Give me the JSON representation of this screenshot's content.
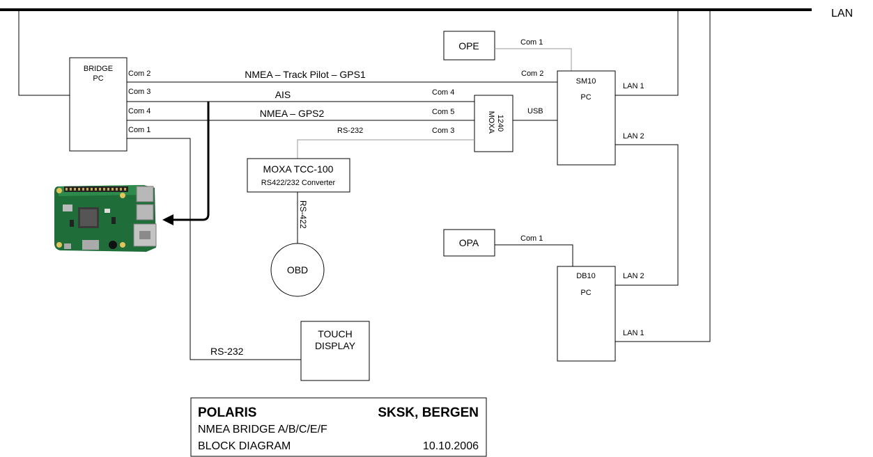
{
  "lan": {
    "label": "LAN"
  },
  "bridge_pc": {
    "line1": "BRIDGE",
    "line2": "PC",
    "ports": [
      "Com 2",
      "Com 3",
      "Com 4",
      "Com 1"
    ]
  },
  "links": {
    "track_pilot": "NMEA – Track Pilot – GPS1",
    "ais": "AIS",
    "gps2": "NMEA – GPS2",
    "rs232_moxa": "RS-232",
    "rs422": "RS-422",
    "rs232_touch": "RS-232"
  },
  "ope": {
    "label": "OPE",
    "port": "Com 1"
  },
  "opa": {
    "label": "OPA",
    "port": "Com 1"
  },
  "sm10": {
    "line1": "SM10",
    "line2": "PC",
    "com2": "Com 2",
    "lan1": "LAN 1",
    "lan2": "LAN 2",
    "usb": "USB"
  },
  "moxa1240": {
    "line1": "MOXA",
    "line2": "1240",
    "com4": "Com 4",
    "com5": "Com 5",
    "com3": "Com 3"
  },
  "moxa_tcc": {
    "title": "MOXA TCC-100",
    "subtitle": "RS422/232 Converter"
  },
  "obd": {
    "label": "OBD"
  },
  "db10": {
    "line1": "DB10",
    "line2": "PC",
    "lan2": "LAN 2",
    "lan1": "LAN 1"
  },
  "touch_display": {
    "line1": "TOUCH",
    "line2": "DISPLAY"
  },
  "title_block": {
    "project": "POLARIS",
    "location": "SKSK, BERGEN",
    "subtitle": "NMEA BRIDGE A/B/C/E/F",
    "doc_type": "BLOCK DIAGRAM",
    "date": "10.10.2006"
  },
  "raspberry_pi": {
    "icon": "raspberry-pi-board-icon"
  }
}
